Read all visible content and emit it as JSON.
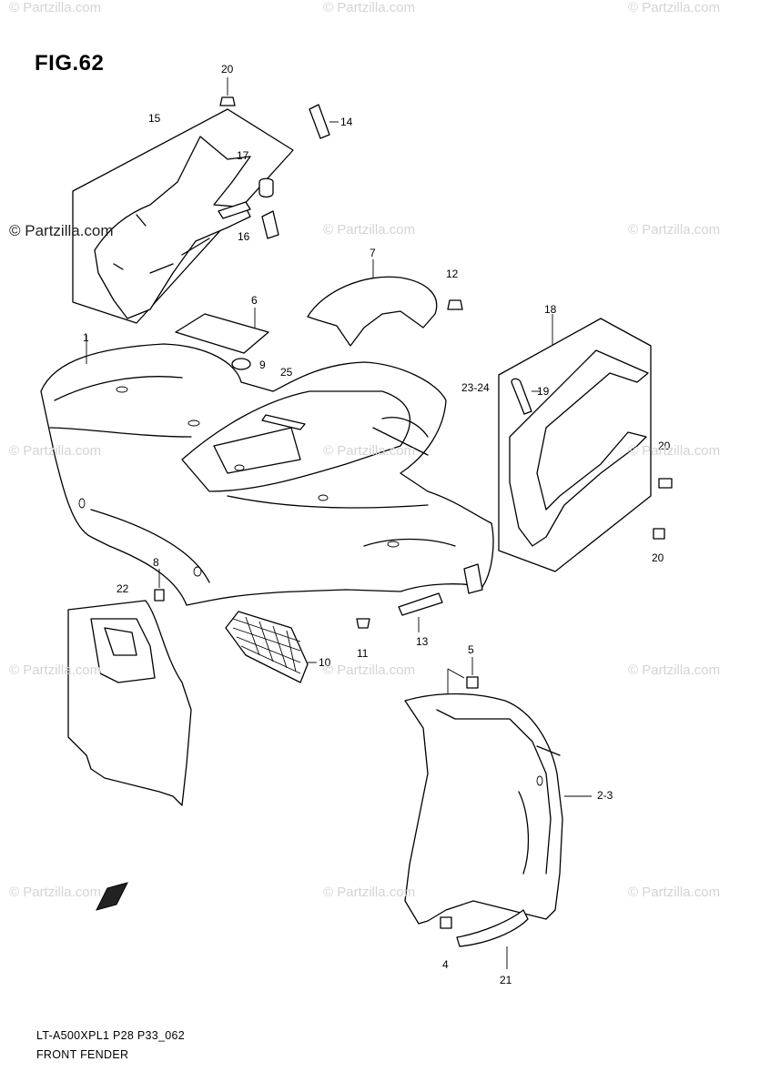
{
  "figure": {
    "title": "FIG.62"
  },
  "watermark": {
    "text": "© Partzilla.com"
  },
  "callouts": {
    "c1": "1",
    "c4": "4",
    "c5": "5",
    "c6": "6",
    "c7": "7",
    "c8": "8",
    "c9": "9",
    "c10": "10",
    "c11": "11",
    "c12": "12",
    "c13": "13",
    "c14": "14",
    "c15": "15",
    "c16": "16",
    "c17": "17",
    "c18": "18",
    "c19": "19",
    "c20a": "20",
    "c20b": "20",
    "c20c": "20",
    "c21": "21",
    "c22": "22",
    "c23": "2-3",
    "c2324": "23-24",
    "c25": "25"
  },
  "footer": {
    "model": "LT-A500XPL1  P28  P33_062",
    "name": "FRONT FENDER"
  },
  "fwd_mark": "FWD"
}
